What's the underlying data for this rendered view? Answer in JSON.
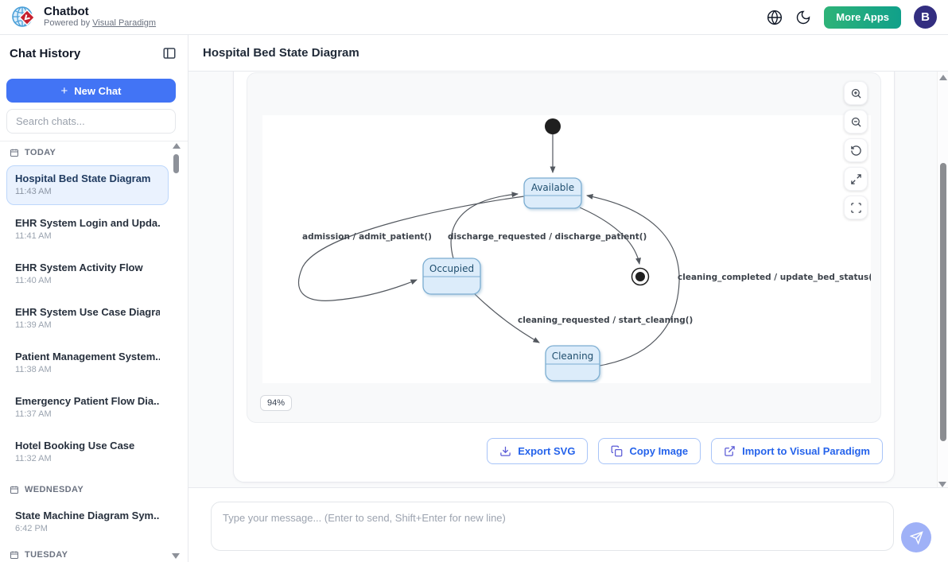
{
  "header": {
    "app_title": "Chatbot",
    "powered_by_prefix": "Powered by ",
    "powered_by_link": "Visual Paradigm",
    "more_apps_label": "More Apps",
    "avatar_initial": "B",
    "more_apps_color": "#17a583",
    "avatar_color": "#332e80"
  },
  "sidebar": {
    "title": "Chat History",
    "new_chat_label": "New Chat",
    "search_placeholder": "Search chats...",
    "sections": [
      {
        "label": "TODAY",
        "items": [
          {
            "title": "Hospital Bed State Diagram",
            "time": "11:43 AM",
            "selected": true
          },
          {
            "title": "EHR System Login and Upda...",
            "time": "11:41 AM",
            "selected": false
          },
          {
            "title": "EHR System Activity Flow",
            "time": "11:40 AM",
            "selected": false
          },
          {
            "title": "EHR System Use Case Diagram",
            "time": "11:39 AM",
            "selected": false
          },
          {
            "title": "Patient Management System...",
            "time": "11:38 AM",
            "selected": false
          },
          {
            "title": "Emergency Patient Flow Dia...",
            "time": "11:37 AM",
            "selected": false
          },
          {
            "title": "Hotel Booking Use Case",
            "time": "11:32 AM",
            "selected": false
          }
        ]
      },
      {
        "label": "WEDNESDAY",
        "items": [
          {
            "title": "State Machine Diagram Sym...",
            "time": "6:42 PM",
            "selected": false
          }
        ]
      },
      {
        "label": "TUESDAY",
        "items": []
      }
    ]
  },
  "main": {
    "title": "Hospital Bed State Diagram"
  },
  "diagram": {
    "type": "uml-state-diagram",
    "zoom_level": "94%",
    "states": [
      {
        "name": "Available"
      },
      {
        "name": "Occupied"
      },
      {
        "name": "Cleaning"
      }
    ],
    "pseudostates": [
      "initial",
      "final"
    ],
    "transitions": [
      {
        "from": "initial",
        "to": "Available",
        "label": ""
      },
      {
        "from": "Available",
        "to": "Occupied",
        "label": "admission / admit_patient()"
      },
      {
        "from": "Occupied",
        "to": "Available",
        "label": "discharge_requested / discharge_patient()"
      },
      {
        "from": "Occupied",
        "to": "Cleaning",
        "label": "cleaning_requested / start_cleaning()"
      },
      {
        "from": "Cleaning",
        "to": "Available",
        "label": "cleaning_completed / update_bed_status()"
      },
      {
        "from": "Available",
        "to": "final",
        "label": ""
      }
    ],
    "state_fill": "#dcecfa",
    "state_stroke": "#7badd1"
  },
  "actions": {
    "export_svg": "Export SVG",
    "copy_image": "Copy Image",
    "import_vp": "Import to Visual Paradigm"
  },
  "composer": {
    "placeholder": "Type your message... (Enter to send, Shift+Enter for new line)"
  }
}
